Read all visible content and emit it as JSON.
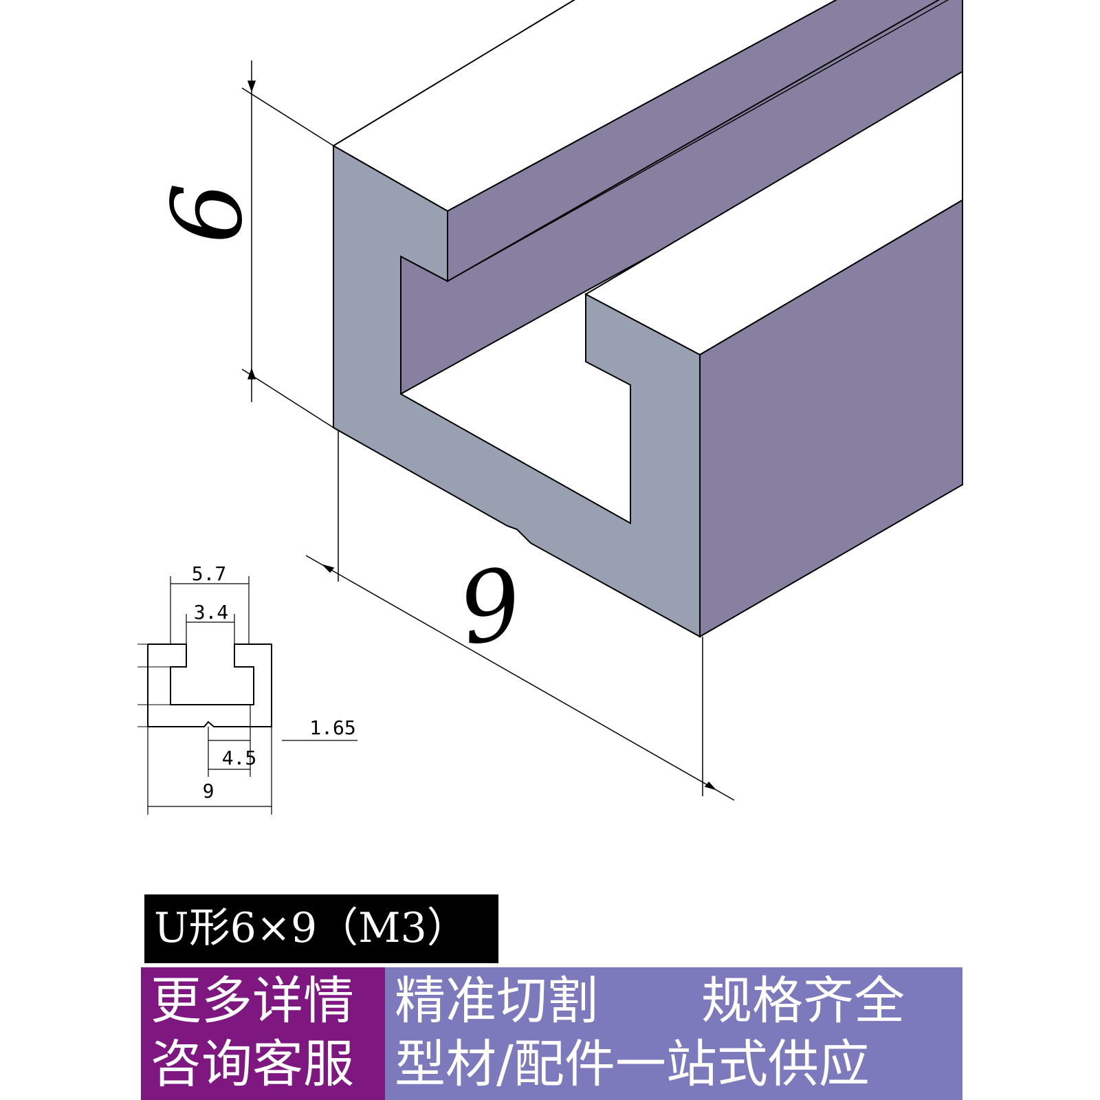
{
  "drawing": {
    "height_dimension": "6",
    "width_dimension": "9",
    "profile_dimensions": {
      "slot_opening_outer": "5.7",
      "slot_opening_inner": "3.4",
      "side_offset": "1.65",
      "half_width": "4.5",
      "total_width": "9"
    }
  },
  "product_label": "U形6×9（M3）",
  "banner": {
    "left_line_1": "更多详情",
    "left_line_2": "咨询客服",
    "right_line_1_a": "精准切割",
    "right_line_1_b": "规格齐全",
    "right_line_2": "型材/配件一站式供应"
  },
  "colors": {
    "profile_face": "#98a0b1",
    "profile_side": "#8780a0",
    "banner_left_bg": "#7e1780",
    "banner_right_bg": "#7c79bd",
    "label_bg": "#000000"
  }
}
